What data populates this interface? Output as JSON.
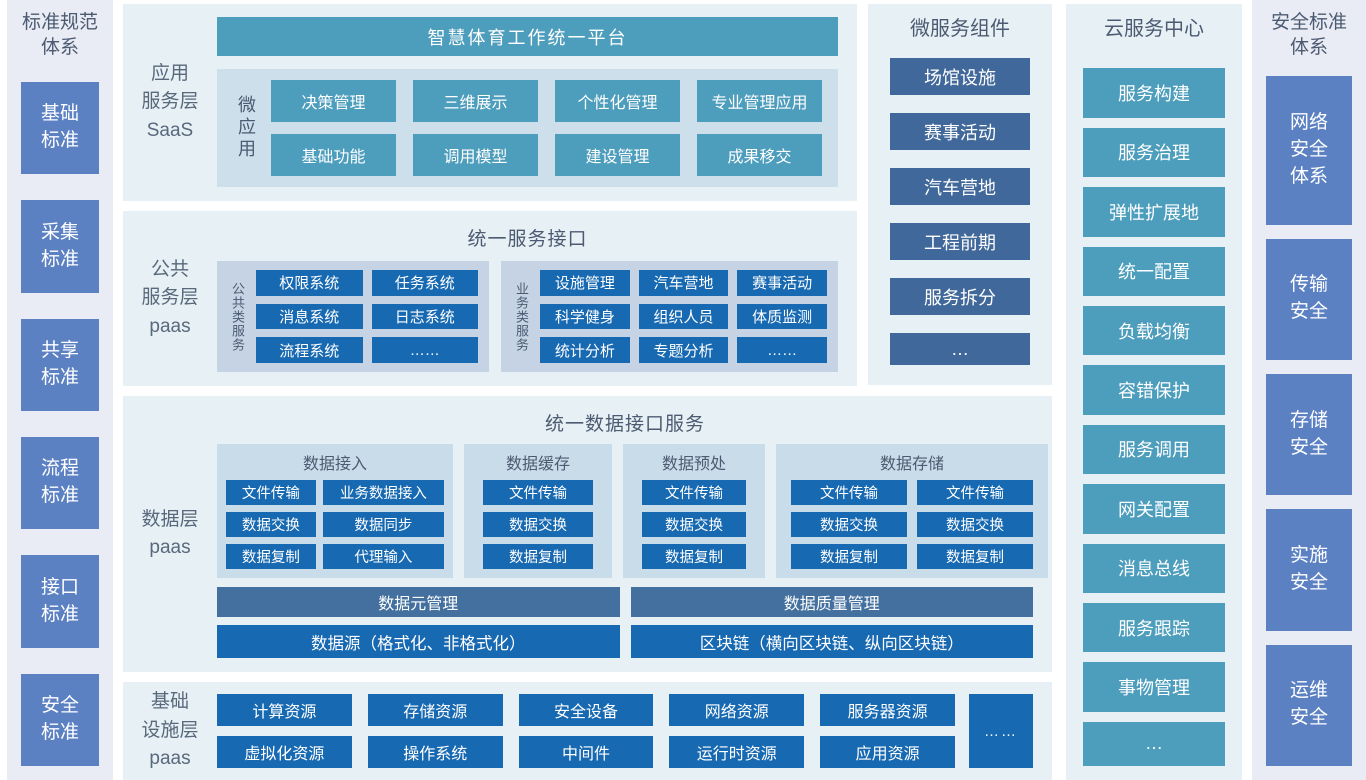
{
  "colors": {
    "accent_teal": "#4d9dbc",
    "accent_blue": "#1769b2",
    "accent_slate": "#41689a",
    "accent_periwinkle": "#5b81c3",
    "bar_slate": "#44709f",
    "panel_bg": "#e7f0f5",
    "sidebar_bg": "#e9ecf4"
  },
  "left_sidebar": {
    "title": "标准规范\n体系",
    "items": [
      "基础\n标准",
      "采集\n标准",
      "共享\n标准",
      "流程\n标准",
      "接口\n标准",
      "安全\n标准"
    ]
  },
  "app_layer": {
    "label": "应用\n服务层\nSaaS",
    "banner": "智慧体育工作统一平台",
    "group_label": "微应用",
    "items": [
      "决策管理",
      "三维展示",
      "个性化管理",
      "专业管理应用",
      "基础功能",
      "调用模型",
      "建设管理",
      "成果移交"
    ]
  },
  "public_layer": {
    "label": "公共\n服务层\npaas",
    "title": "统一服务接口",
    "common_group": {
      "label": "公共类服务",
      "items": [
        "权限系统",
        "任务系统",
        "消息系统",
        "日志系统",
        "流程系统",
        "……"
      ]
    },
    "business_group": {
      "label": "业务类服务",
      "items": [
        "设施管理",
        "汽车营地",
        "赛事活动",
        "科学健身",
        "组织人员",
        "体质监测",
        "统计分析",
        "专题分析",
        "……"
      ]
    }
  },
  "data_layer": {
    "label": "数据层\npaas",
    "title": "统一数据接口服务",
    "groups": [
      {
        "title": "数据接入",
        "items": [
          "文件传输",
          "业务数据接入",
          "数据交换",
          "数据同步",
          "数据复制",
          "代理输入"
        ]
      },
      {
        "title": "数据缓存",
        "items": [
          "文件传输",
          "数据交换",
          "数据复制"
        ]
      },
      {
        "title": "数据预处",
        "items": [
          "文件传输",
          "数据交换",
          "数据复制"
        ]
      },
      {
        "title": "数据存储",
        "items": [
          "文件传输",
          "文件传输",
          "数据交换",
          "数据交换",
          "数据复制",
          "数据复制"
        ]
      }
    ],
    "meta_bar_left": "数据元管理",
    "meta_bar_right": "数据质量管理",
    "source_bar_left": "数据源（格式化、非格式化）",
    "source_bar_right": "区块链（横向区块链、纵向区块链）"
  },
  "infra_layer": {
    "label": "基础\n设施层\npaas",
    "row1": [
      "计算资源",
      "存储资源",
      "安全设备",
      "网络资源",
      "服务器资源"
    ],
    "row2": [
      "虚拟化资源",
      "操作系统",
      "中间件",
      "运行时资源",
      "应用资源"
    ],
    "more": "……"
  },
  "microservices": {
    "title": "微服务组件",
    "items": [
      "场馆设施",
      "赛事活动",
      "汽车营地",
      "工程前期",
      "服务拆分",
      "…"
    ]
  },
  "cloud_services": {
    "title": "云服务中心",
    "items": [
      "服务构建",
      "服务治理",
      "弹性扩展地",
      "统一配置",
      "负载均衡",
      "容错保护",
      "服务调用",
      "网关配置",
      "消息总线",
      "服务跟踪",
      "事物管理",
      "…"
    ]
  },
  "security_sidebar": {
    "title": "安全标准\n体系",
    "items": [
      "网络\n安全\n体系",
      "传输\n安全",
      "存储\n安全",
      "实施\n安全",
      "运维\n安全"
    ]
  }
}
